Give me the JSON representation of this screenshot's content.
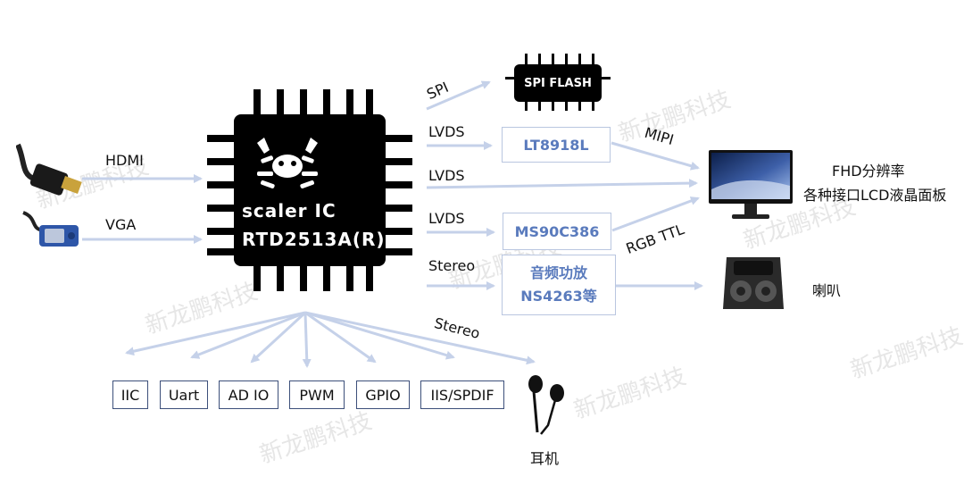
{
  "chip": {
    "line1": "scaler IC",
    "line2": "RTD2513A(R)"
  },
  "inputs": {
    "hdmi": "HDMI",
    "vga": "VGA"
  },
  "signals": {
    "spi": "SPI",
    "lvds_1": "LVDS",
    "lvds_2": "LVDS",
    "lvds_3": "LVDS",
    "stereo_1": "Stereo",
    "stereo_2": "Stereo",
    "mipi": "MIPI",
    "rgb_ttl": "RGB TTL"
  },
  "blocks": {
    "spi_flash": "SPI FLASH",
    "lt8918l": "LT8918L",
    "ms90c386": "MS90C386",
    "audio_amp_line1": "音频功放",
    "audio_amp_line2": "NS4263等"
  },
  "outputs": {
    "display_line1": "FHD分辨率",
    "display_line2": "各种接口LCD液晶面板",
    "speaker": "喇叭",
    "earphone": "耳机"
  },
  "peripherals": [
    "IIC",
    "Uart",
    "AD IO",
    "PWM",
    "GPIO",
    "IIS/SPDIF"
  ],
  "watermark": "新龙鹏科技",
  "colors": {
    "arrow": "#c5d1e9",
    "box_text": "#5a7bbd",
    "periph_border": "#3c4f7a"
  }
}
